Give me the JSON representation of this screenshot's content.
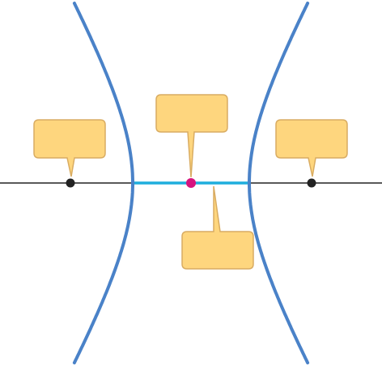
{
  "diagram": {
    "kind": "hyperbola",
    "colors": {
      "branch": "#4a82c8",
      "transverse_axis": "#1eaedd",
      "axis_line": "#222222",
      "focus_point": "#222222",
      "center_point": "#d6147f",
      "callout_fill": "#fed67e",
      "callout_stroke": "#d9ac62"
    },
    "callouts": [
      {
        "target": "left-focus",
        "label": ""
      },
      {
        "target": "center",
        "label": ""
      },
      {
        "target": "right-focus",
        "label": ""
      },
      {
        "target": "transverse-axis",
        "label": ""
      }
    ]
  }
}
